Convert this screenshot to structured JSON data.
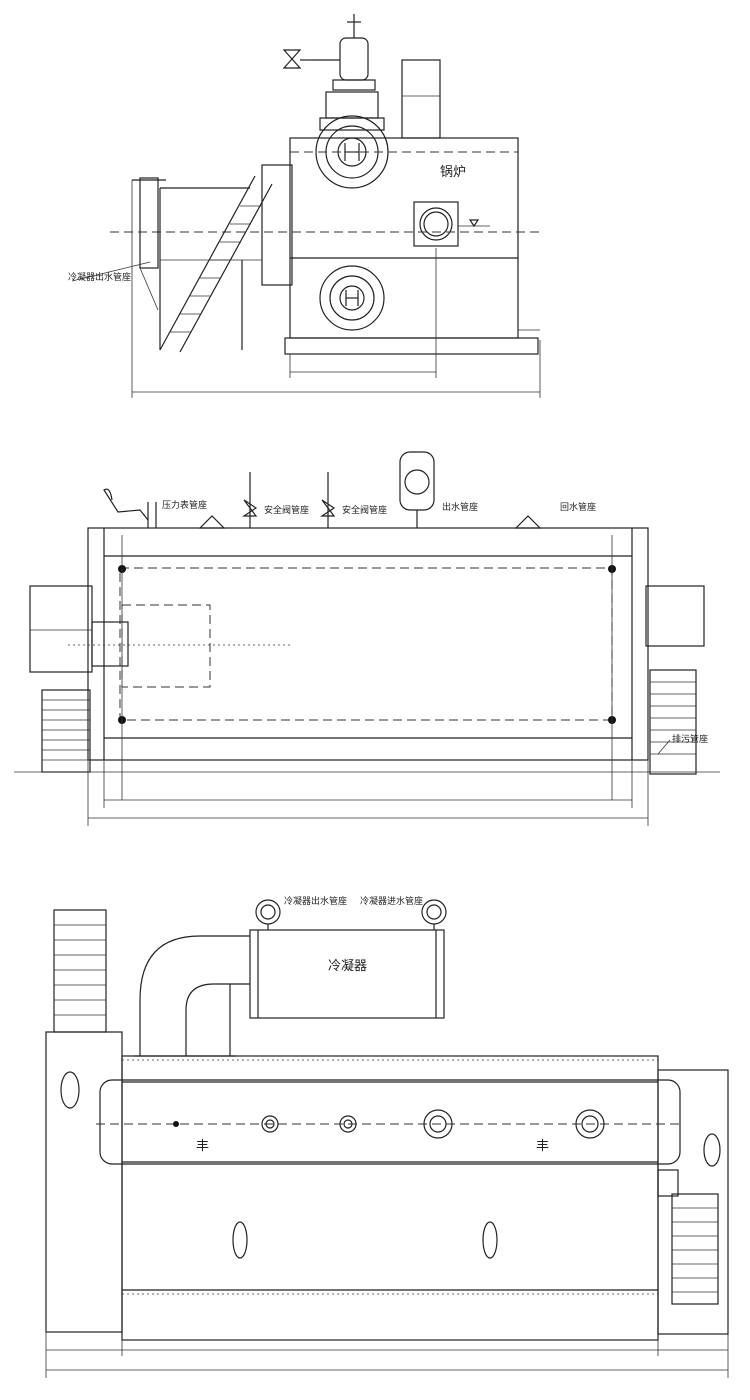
{
  "views": {
    "side": {
      "label_tank": "锅炉",
      "label_condenser_outlet": "冷凝器出水管座"
    },
    "front": {
      "label_pressure_gauge": "压力表管座",
      "label_safety_valve_1": "安全阀管座",
      "label_safety_valve_2": "安全阀管座",
      "label_water_outlet": "出水管座",
      "label_water_return": "回水管座",
      "label_drain": "排污管座"
    },
    "top": {
      "label_condenser_out": "冷凝器出水管座",
      "label_condenser_in": "冷凝器进水管座",
      "label_condenser": "冷凝器"
    }
  },
  "colors": {
    "line": "#222222",
    "background": "#ffffff"
  }
}
